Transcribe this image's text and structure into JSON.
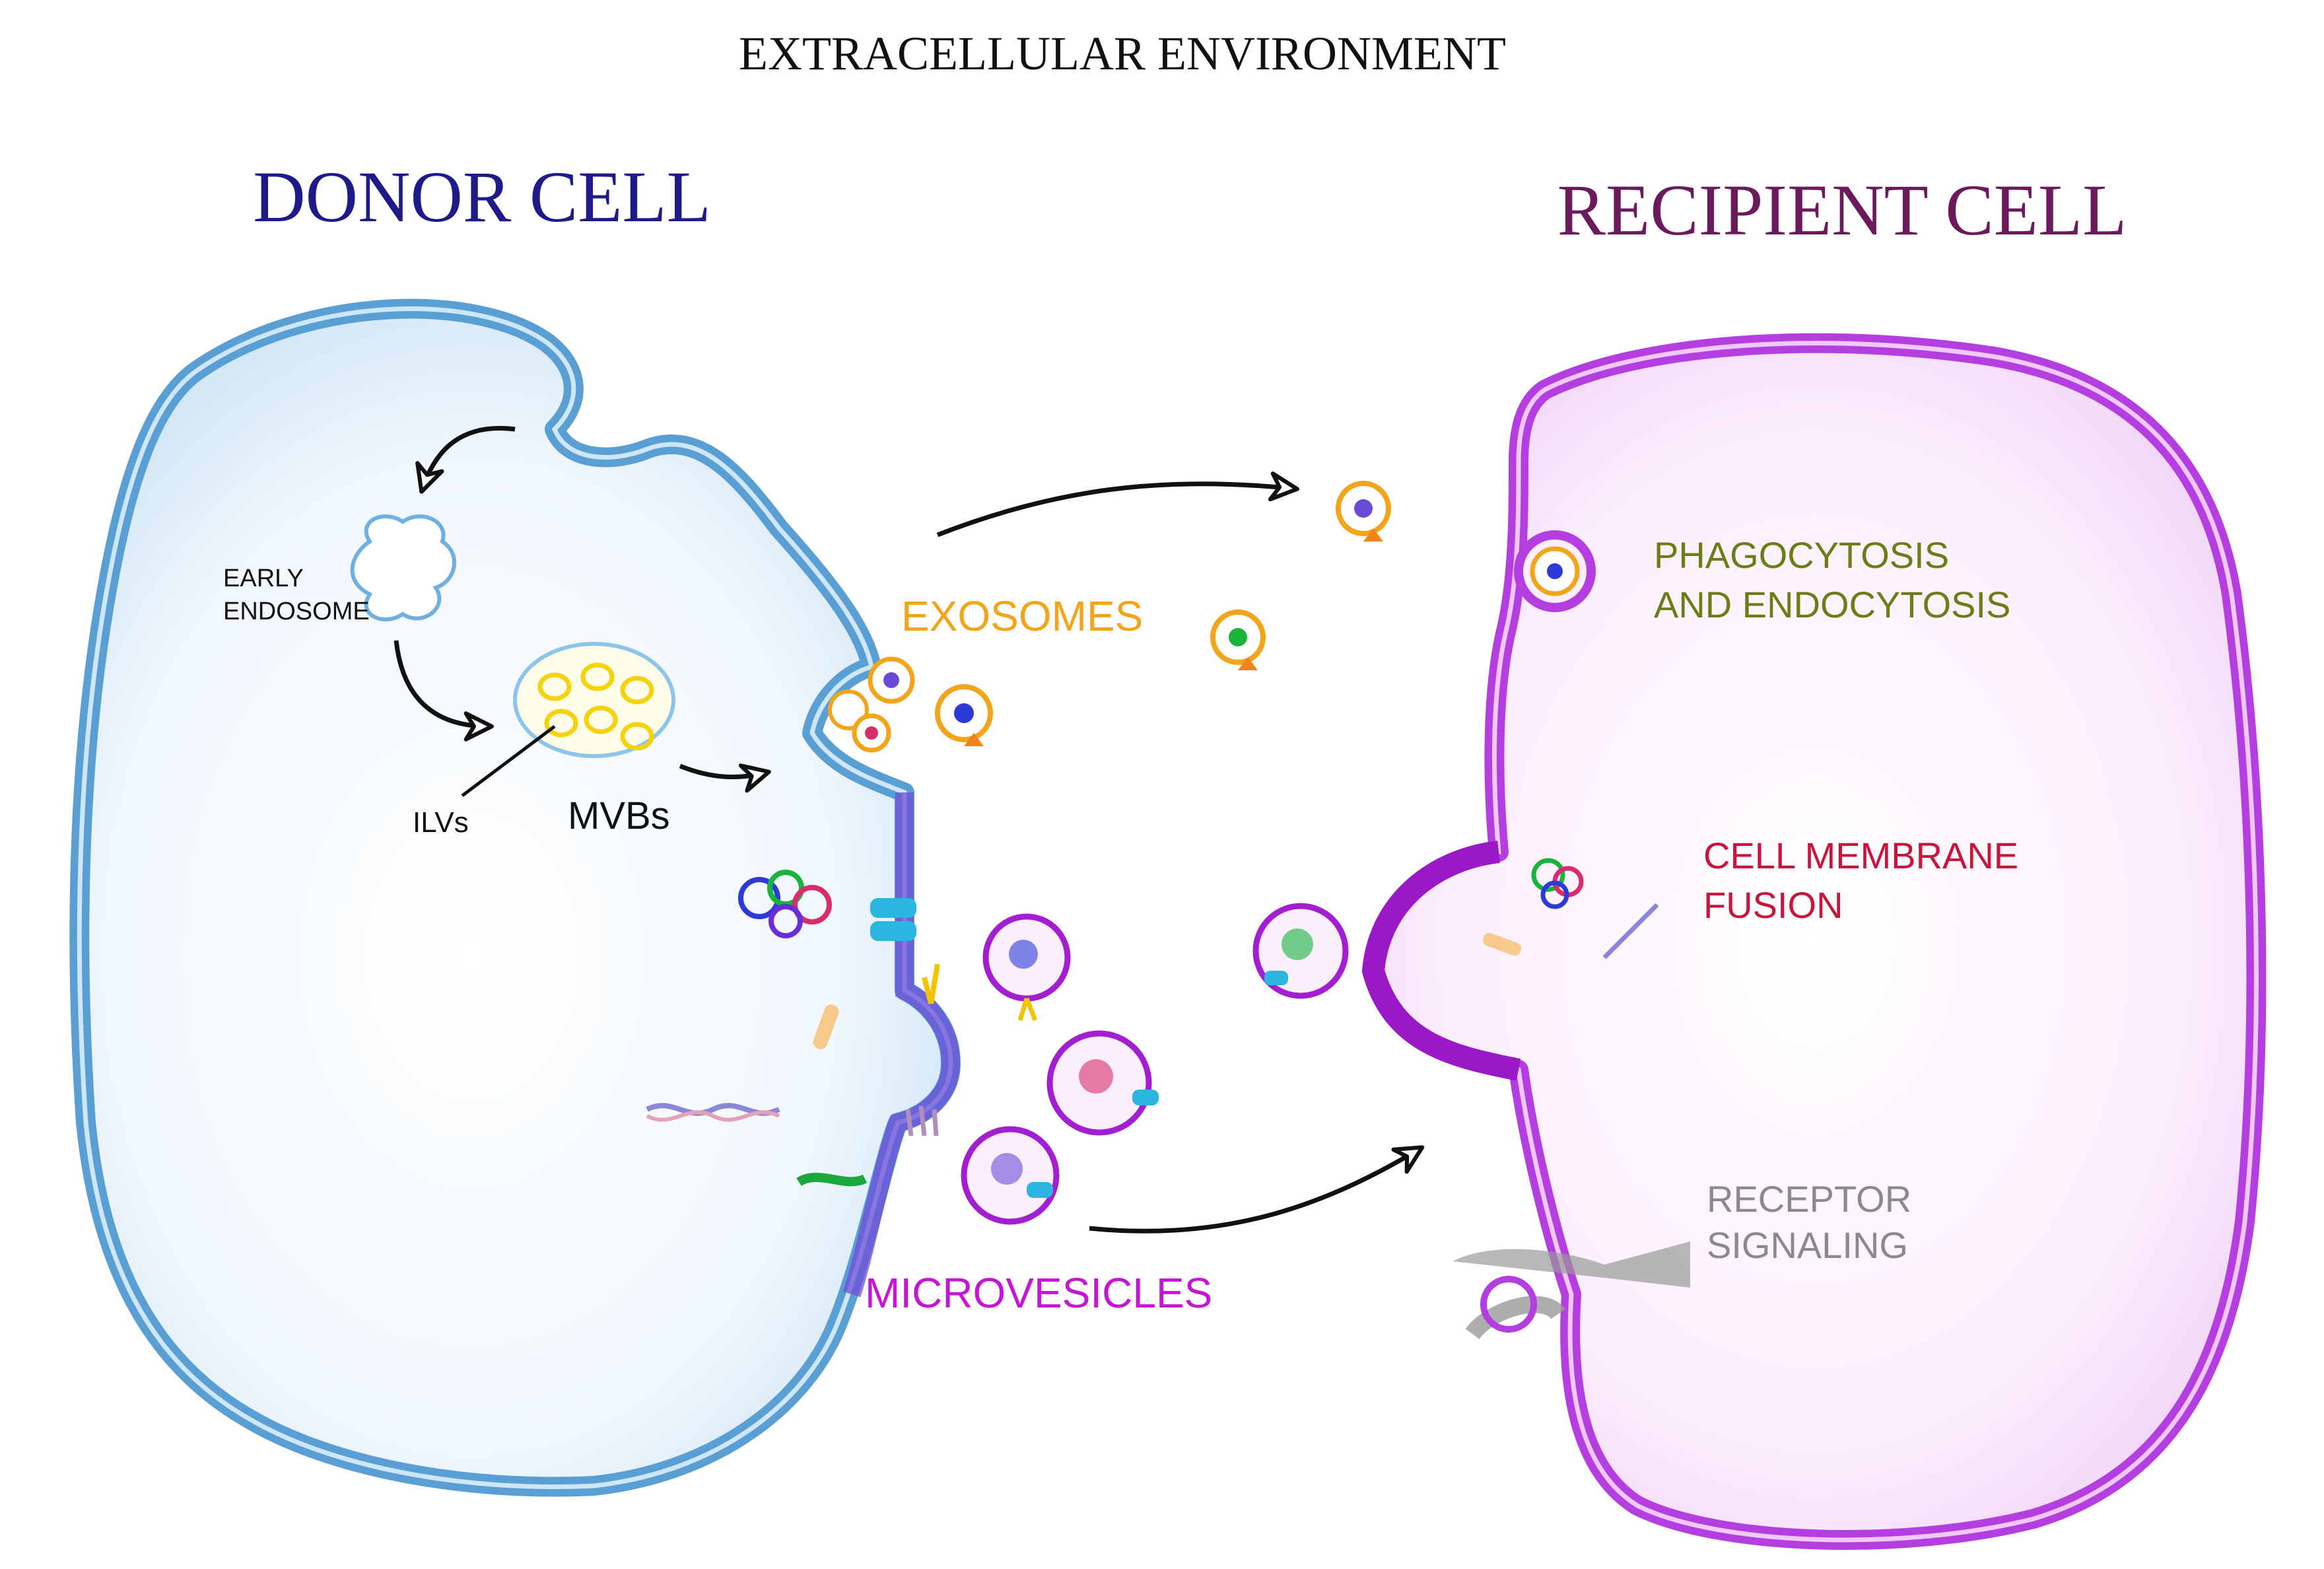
{
  "header": {
    "title": "EXTRACELLULAR ENVIRONMENT"
  },
  "cells": {
    "donor": {
      "title": "DONOR CELL"
    },
    "recipient": {
      "title": "RECIPIENT CELL"
    }
  },
  "labels": {
    "early_endosome_line1": "EARLY",
    "early_endosome_line2": "ENDOSOME",
    "ilvs": "ILVs",
    "mvbs": "MVBs",
    "exosomes": "EXOSOMES",
    "microvesicles": "MICROVESICLES",
    "phagocytosis_line1": "PHAGOCYTOSIS",
    "phagocytosis_line2": "AND ENDOCYTOSIS",
    "fusion_line1": "CELL MEMBRANE",
    "fusion_line2": "FUSION",
    "receptor_line1": "RECEPTOR",
    "receptor_line2": "SIGNALING"
  },
  "colors": {
    "title": "#111111",
    "donor": "#1e1a8a",
    "donor_membrane": "#5a9fd4",
    "recipient": "#6b1a5e",
    "recipient_membrane": "#b43ee0",
    "exosome": "#f2a51a",
    "microvesicle": "#c516d6",
    "phagocytosis": "#6b7d14",
    "fusion": "#c8153c",
    "receptor": "#8a8a8a"
  }
}
